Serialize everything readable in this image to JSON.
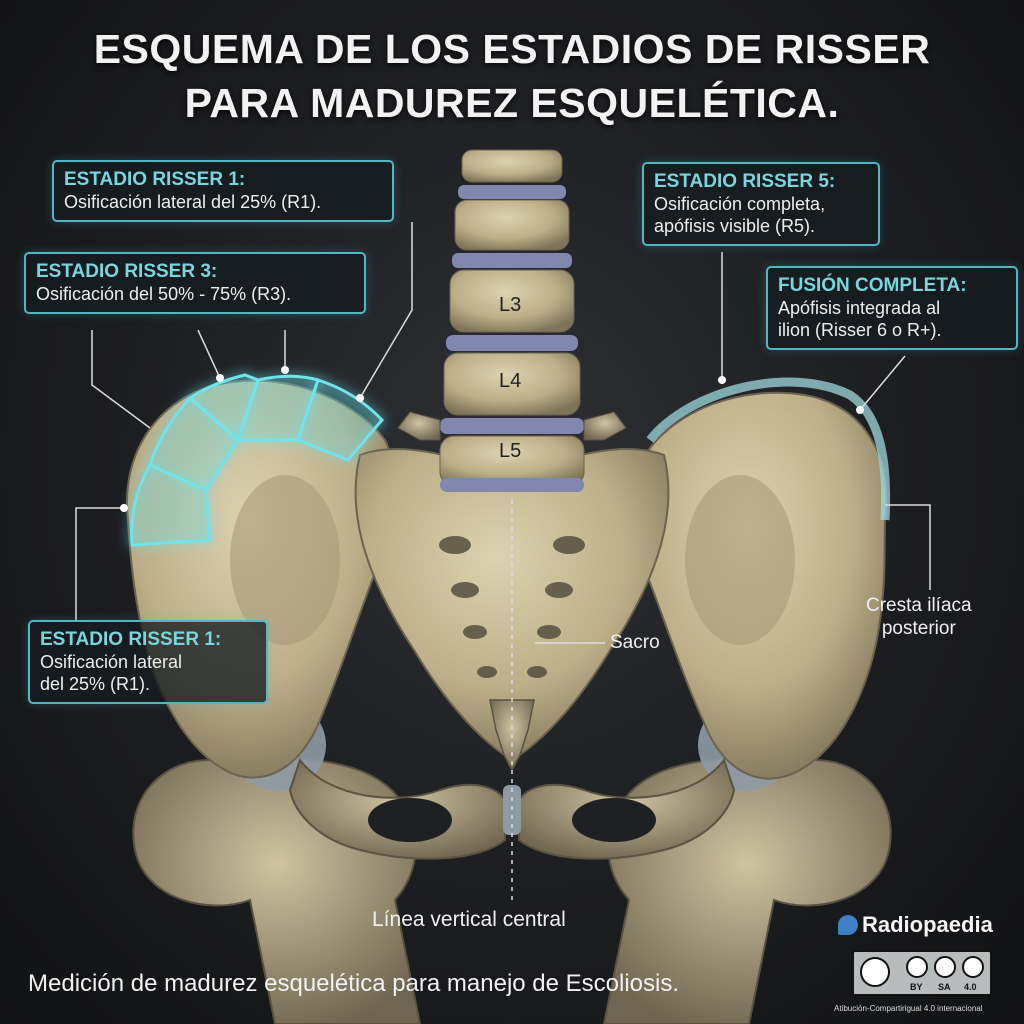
{
  "title": {
    "line1": "ESQUEMA DE LOS ESTADIOS DE RISSER",
    "line2": "PARA MADUREZ ESQUELÉTICA."
  },
  "callouts": {
    "r1_top": {
      "heading": "ESTADIO RISSER 1:",
      "text": "Osificación lateral del 25% (R1)."
    },
    "r3": {
      "heading": "ESTADIO RISSER 3:",
      "text": "Osificación del 50% - 75% (R3)."
    },
    "r1_bottom": {
      "heading": "ESTADIO RISSER 1:",
      "line1": "Osificación lateral",
      "line2": "del 25% (R1)."
    },
    "r5": {
      "heading": "ESTADIO RISSER 5:",
      "line1": "Osificación completa,",
      "line2": "apófisis visible (R5)."
    },
    "fusion": {
      "heading": "FUSIÓN COMPLETA:",
      "line1": "Apófisis integrada al",
      "line2": "ilion (Risser 6 o R+)."
    }
  },
  "labels": {
    "cresta_line1": "Cresta ilíaca",
    "cresta_line2": "posterior",
    "sacro": "Sacro",
    "linea_central": "Línea vertical central"
  },
  "vertebrae": [
    "L3",
    "L4",
    "L5"
  ],
  "footer": "Medición de madurez esquelética para manejo de Escoliosis.",
  "credit": {
    "brand": "Radiopaedia",
    "cc_tags": [
      "BY",
      "SA",
      "4.0"
    ],
    "license": "Atibución-Compartirigual 4.0 internacional"
  },
  "colors": {
    "bone": "#c9bd9a",
    "bone_shadow": "#7d7258",
    "cartilage": "#8f9aa6",
    "disc": "#8088b0",
    "cyan_accent": "#4fb8c4",
    "cyan_text": "#79d6de"
  }
}
